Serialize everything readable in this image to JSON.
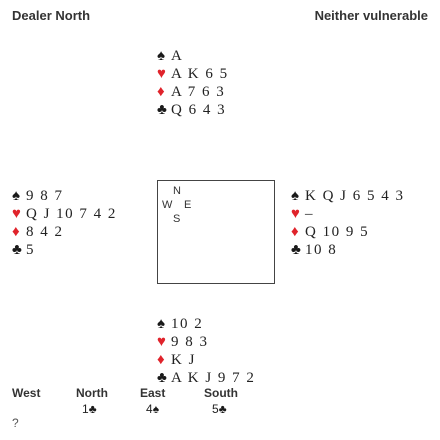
{
  "header": {
    "dealer": "Dealer North",
    "vulnerability": "Neither vulnerable"
  },
  "suits": {
    "spade": {
      "symbol": "♠",
      "color": "#1a1a1a"
    },
    "heart": {
      "symbol": "♥",
      "color": "#e0232b"
    },
    "diamond": {
      "symbol": "♦",
      "color": "#e0232b"
    },
    "club": {
      "symbol": "♣",
      "color": "#1a1a1a"
    }
  },
  "hands": {
    "north": {
      "spades": "A",
      "hearts": "A K 6 5",
      "diamonds": "A 7 6 3",
      "clubs": "Q 6 4 3"
    },
    "west": {
      "spades": "9 8 7",
      "hearts": "Q J 10 7 4 2",
      "diamonds": "8 4 2",
      "clubs": "5"
    },
    "east": {
      "spades": "K Q J 6 5 4 3",
      "hearts": "–",
      "diamonds": "Q 10 9 5",
      "clubs": "10 8"
    },
    "south": {
      "spades": "10 2",
      "hearts": "9 8 3",
      "diamonds": "K J",
      "clubs": "A K J 9 7 2"
    }
  },
  "compass": {
    "n": "N",
    "w": "W",
    "e": "E",
    "s": "S"
  },
  "auction": {
    "headers": [
      "West",
      "North",
      "East",
      "South"
    ],
    "north_bid": {
      "level": "1",
      "suit": "♣"
    },
    "east_bid": {
      "level": "4",
      "suit": "♠"
    },
    "south_bid": {
      "level": "5",
      "suit": "♣"
    },
    "prompt": "?"
  }
}
